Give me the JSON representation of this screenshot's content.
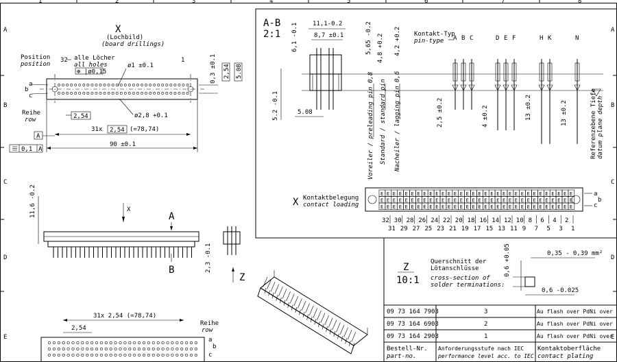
{
  "frame": {
    "columns": [
      "1",
      "2",
      "3",
      "4",
      "5",
      "6",
      "7",
      "8"
    ],
    "rows": [
      "A",
      "B",
      "C",
      "D",
      "E"
    ]
  },
  "view_x": {
    "title": "X",
    "subtitle_de": "(Lochbild)",
    "subtitle_en": "(board drillings)",
    "position_de": "Position",
    "position_en": "position",
    "position_value": "32",
    "position_value2": "1",
    "holes_de": "alle Löcher",
    "holes_en": "all holes",
    "tolerance_box": "⊕ |ø0,15",
    "hole_small": "ø1 ±0.1",
    "hole_large": "ø2,8 +0.1",
    "pitch_box": "2,54",
    "pitch_box2": "2,54",
    "pitch_chain": "31x",
    "pitch_chain_box": "2,54",
    "pitch_chain_total": "(=78,74)",
    "overall": "90 ±0.1",
    "row_de": "Reihe",
    "row_en": "row",
    "datum_a": "A",
    "flatness": "0,1",
    "row_a": "a",
    "row_b": "b",
    "row_c": "c",
    "dim_03": "0,3 ±0.1",
    "dim_508": "5.08"
  },
  "view_ab": {
    "title": "A-B",
    "scale": "2:1",
    "dim_111": "11,1-0.2",
    "dim_87": "8,7 ±0.1",
    "dim_61": "6,1 -0.1",
    "dim_565": "5,65 -0.2",
    "dim_48": "4,8 +0.2",
    "dim_42": "4,2 +0.2",
    "dim_52": "5.2 -0.1",
    "dim_508": "5.08",
    "contact_type_de": "Kontakt-Typ",
    "contact_type_en": "pin-type",
    "types": [
      "A",
      "B",
      "C",
      "D",
      "E",
      "F",
      "H",
      "K",
      "N"
    ],
    "dim_25": "2,5 ±0.2",
    "dim_4": "4 ±0.2",
    "dim_13a": "13 ±0.2",
    "dim_13b": "13 ±0.2",
    "pin_pre": "Voreiler / preleading pin 0,8",
    "pin_std": "Standard / standard pin",
    "pin_lag": "Nacheiler / lagging pin 0,6",
    "datum_de": "Referenzebene Tiefe",
    "datum_en": "datum plane depth"
  },
  "contact_loading": {
    "marker": "X",
    "title_de": "Kontaktbelegung",
    "title_en": "contact loading",
    "cell": "E",
    "top_numbers": [
      "32",
      "30",
      "28",
      "26",
      "24",
      "22",
      "20",
      "18",
      "16",
      "14",
      "12",
      "10",
      "8",
      "6",
      "4",
      "2"
    ],
    "bottom_numbers": [
      "31",
      "29",
      "27",
      "25",
      "23",
      "21",
      "19",
      "17",
      "15",
      "13",
      "11",
      "9",
      "7",
      "5",
      "3",
      "1"
    ],
    "row_a": "a",
    "row_b": "b",
    "row_c": "c"
  },
  "side_view": {
    "dim_116": "11,6 -0.2",
    "marker_x": "X",
    "marker_a": "A",
    "marker_b": "B",
    "marker_z": "Z",
    "dim_23": "2,3 -0.1"
  },
  "bottom_view": {
    "pitch": "31x 2,54 (=78,74)",
    "pitch2": "2,54",
    "row_de": "Reihe",
    "row_en": "row",
    "row_a": "a",
    "row_b": "b",
    "row_c": "c"
  },
  "cross_section": {
    "marker": "Z",
    "scale": "10:1",
    "title_de_1": "Querschnitt der",
    "title_de_2": "Lötanschlüsse",
    "title_en_1": "cross-section of",
    "title_en_2": "solder terminations:",
    "dim_06": "0,6 +0.05",
    "dim_area": "0,35 - 0,39 mm²",
    "dim_06b": "0,6 -0.025"
  },
  "parts_table": {
    "rows": [
      {
        "part_no": "09 73 164 7903",
        "level": "3",
        "plating": "Au flash over PdNi over Ni"
      },
      {
        "part_no": "09 73 164 6903",
        "level": "2",
        "plating": "Au flash over PdNi over Ni"
      },
      {
        "part_no": "09 73 164 2903",
        "level": "1",
        "plating": "Au flash over PdNi over Ni"
      }
    ],
    "header": {
      "part_no_de": "Bestell-Nr.",
      "part_no_en": "part-no.",
      "level_de": "Anforderungsstufe nach IEC",
      "level_en": "performance level acc. to IEC",
      "plating_de": "Kontaktoberfläche",
      "plating_en": "contact plating"
    }
  }
}
